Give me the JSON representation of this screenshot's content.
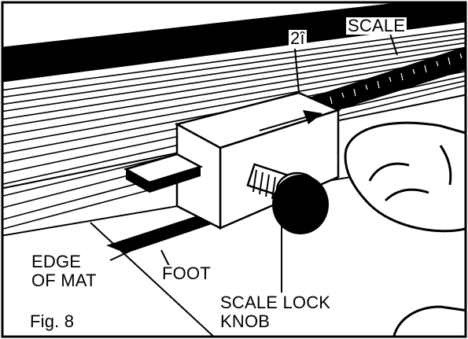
{
  "labels": {
    "scale": "SCALE",
    "measure_mark": "2î",
    "edge_line1": "EDGE",
    "edge_line2": "OF MAT",
    "foot": "FOOT",
    "knob_line1": "SCALE LOCK",
    "knob_line2": "KNOB",
    "figure": "Fig. 8"
  },
  "colors": {
    "ink": "#000000",
    "paper": "#ffffff"
  },
  "icons": {
    "direction": "arrow-right-icon",
    "hand": "hand-icon"
  }
}
